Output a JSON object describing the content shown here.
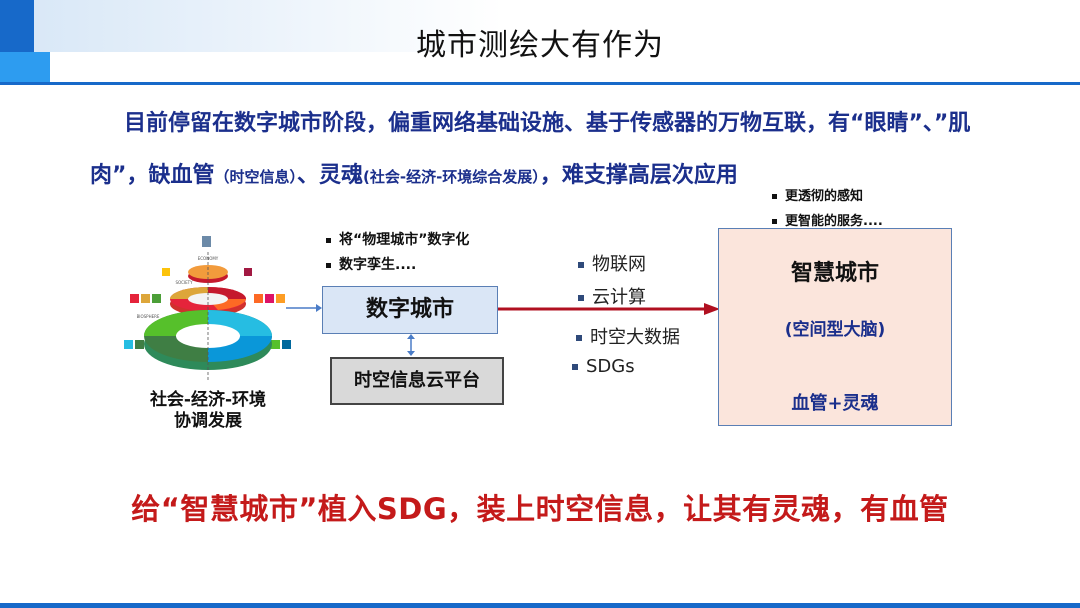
{
  "title": "城市测绘大有作为",
  "intro": {
    "part1": "目前停留在数字城市阶段，偏重网络基础设施、基于传感器的万物互联，有“眼睛”、”肌肉”，缺血管",
    "note1": "（时空信息）",
    "part2": "、灵魂",
    "note2": "(社会-经济-环境综合发展）",
    "part3": "，难支撑高层次应用"
  },
  "wheel": {
    "caption_line1": "社会-经济-环境",
    "caption_line2": "协调发展",
    "ring_labels": [
      "ECONOMY",
      "SOCIETY",
      "BIOSPHERE"
    ]
  },
  "digital_city": {
    "bullets": [
      "将“物理城市”数字化",
      "数字孪生...."
    ],
    "box_label": "数字城市",
    "platform_label": "时空信息云平台"
  },
  "technologies": [
    "物联网",
    "云计算",
    "时空大数据",
    "SDGs"
  ],
  "smart_city": {
    "bullets": [
      "更透彻的感知",
      "更智能的服务...."
    ],
    "title": "智慧城市",
    "subtitle": "(空间型大脑)",
    "bottom": "血管+灵魂"
  },
  "conclusion": "给“智慧城市”植入SDG，装上时空信息，让其有灵魂，有血管",
  "colors": {
    "accent_blue": "#1769c9",
    "text_navy": "#1b2f8c",
    "conclusion_red": "#c41a1a",
    "arrow_red": "#b01020",
    "smart_box_fill": "#fbe5dc",
    "digital_box_fill": "#dae6f6"
  }
}
